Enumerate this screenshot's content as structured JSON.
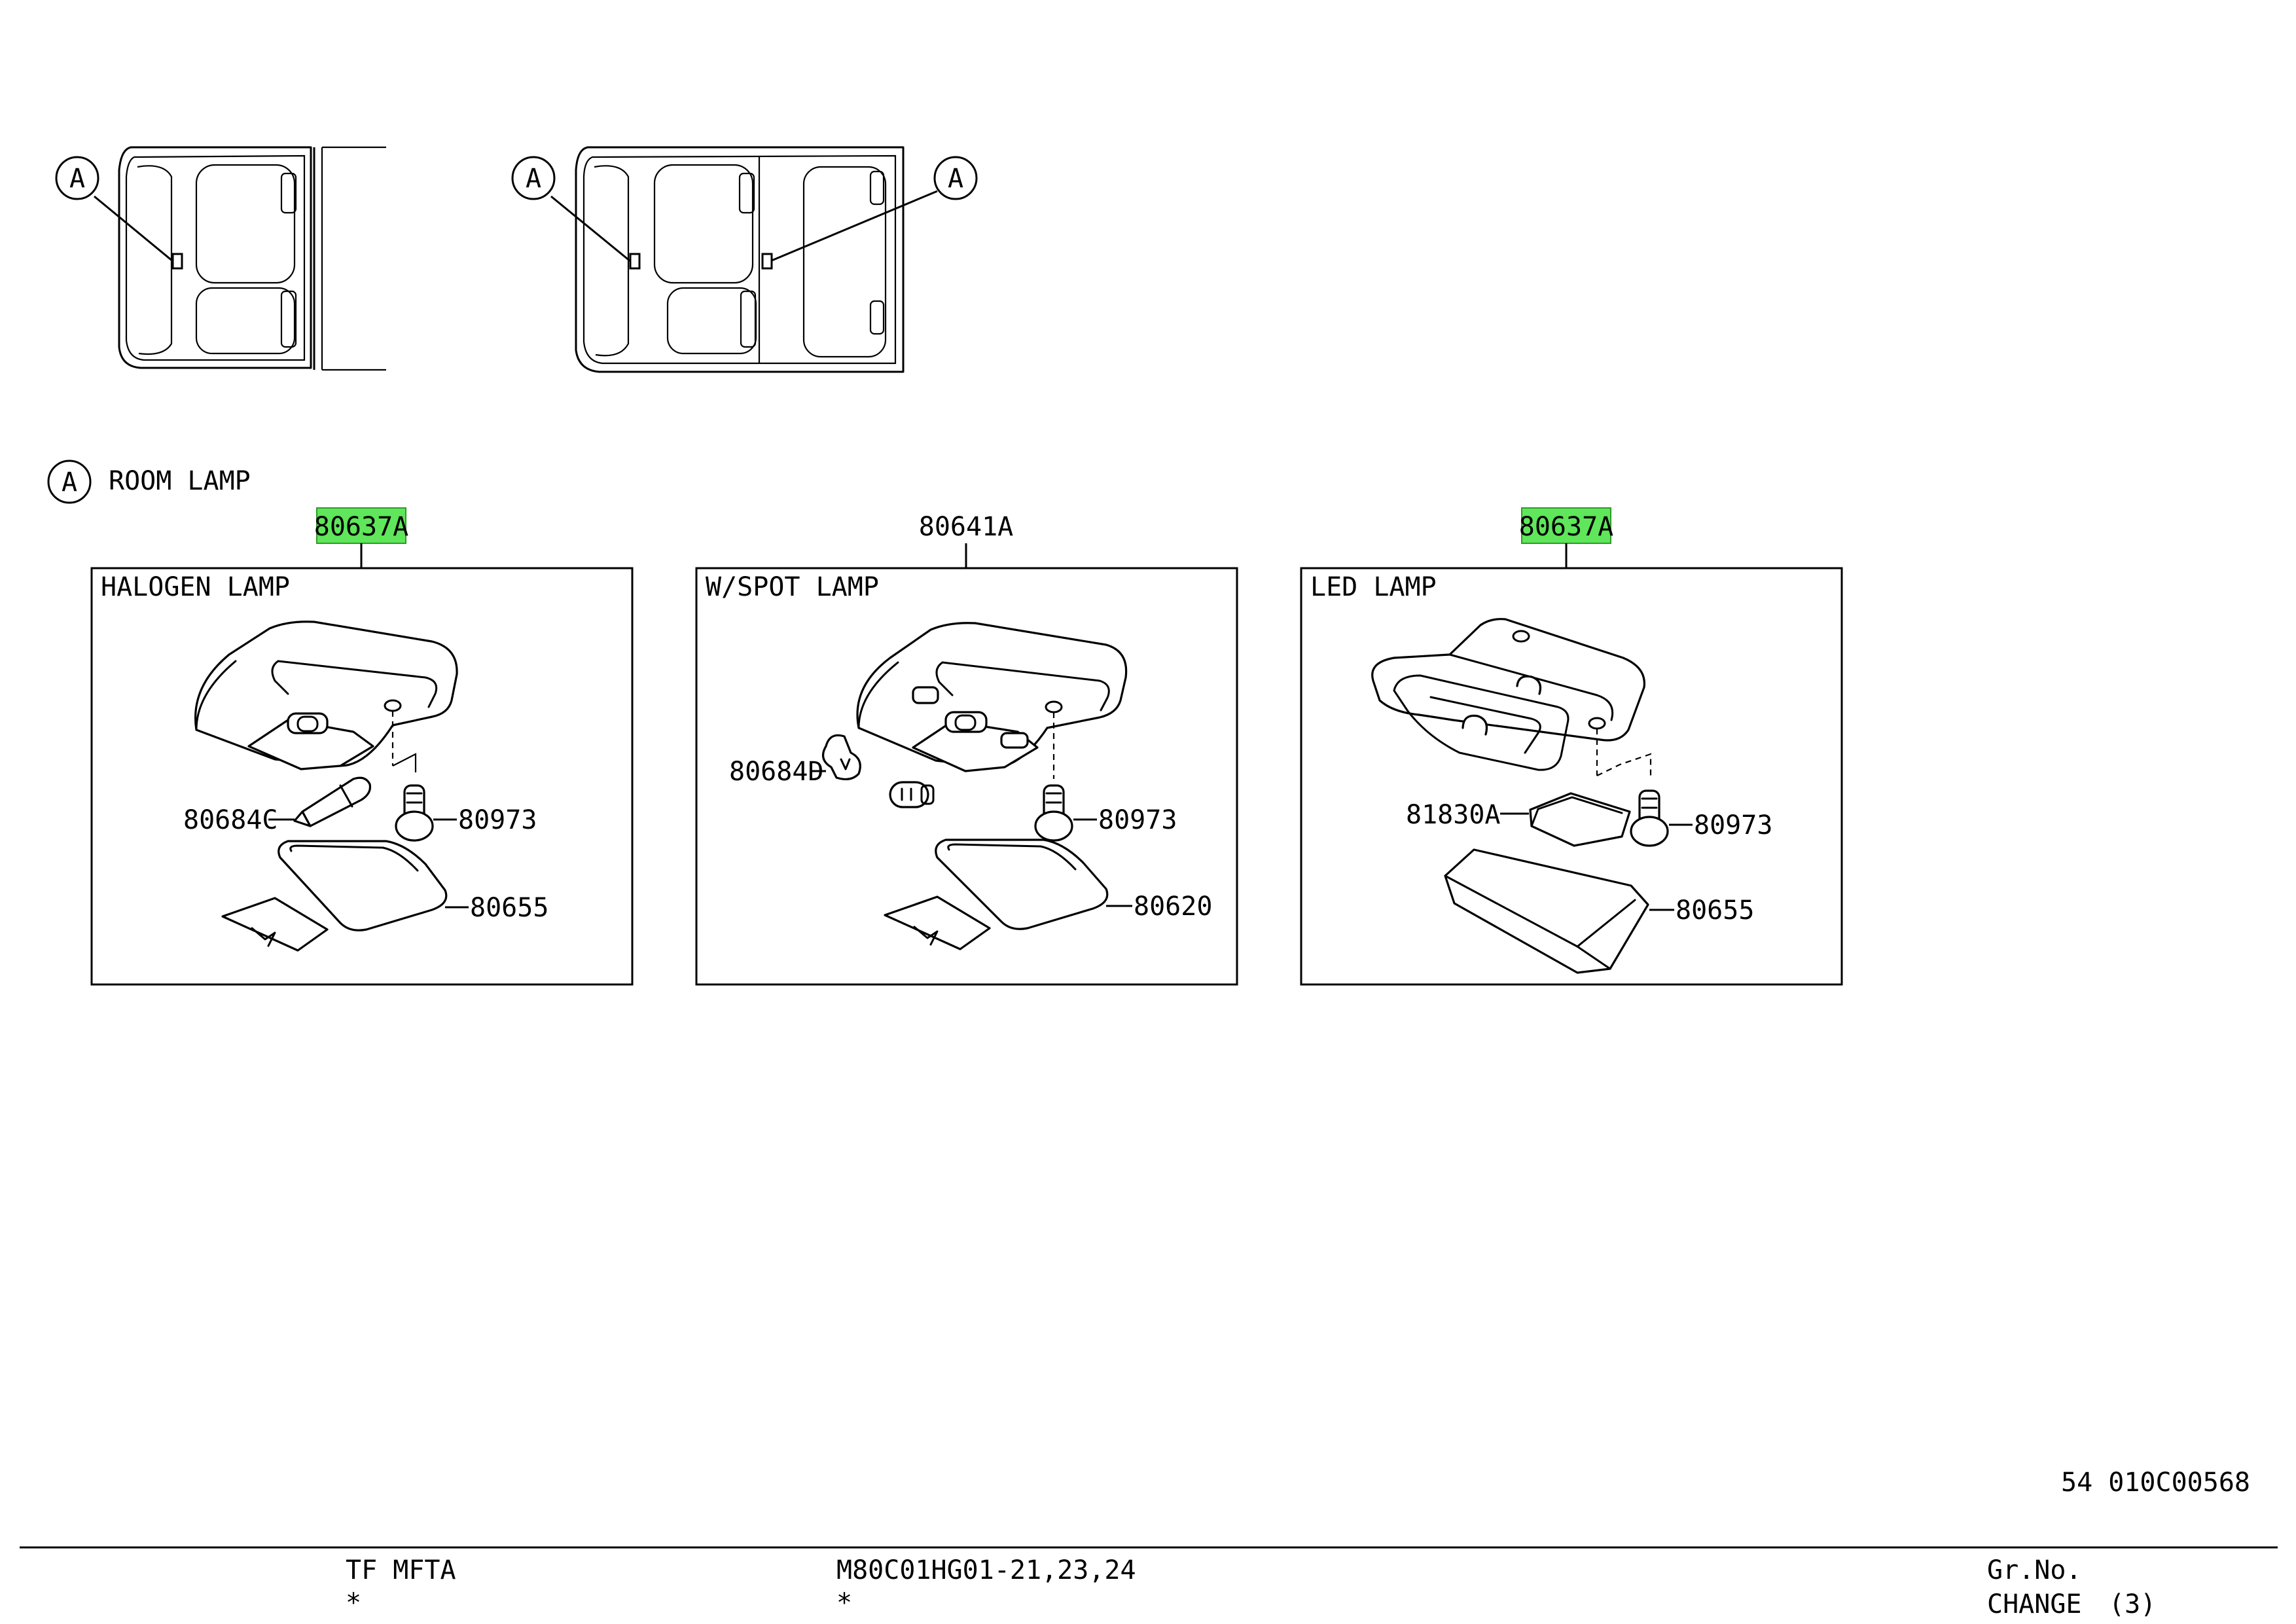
{
  "legend": {
    "callout_letter": "A",
    "title": "ROOM LAMP"
  },
  "vehicles": {
    "left": {
      "callout": "A"
    },
    "right": {
      "callout_front": "A",
      "callout_rear": "A"
    }
  },
  "panels": [
    {
      "assembly_no": "80637A",
      "highlight": true,
      "label": "HALOGEN LAMP",
      "parts": {
        "bulb": "80684C",
        "clip": "80973",
        "lens": "80655"
      }
    },
    {
      "assembly_no": "80641A",
      "highlight": false,
      "label": "W/SPOT LAMP",
      "parts": {
        "bulb": "80684D",
        "clip": "80973",
        "lens": "80620"
      }
    },
    {
      "assembly_no": "80637A",
      "highlight": true,
      "label": "LED LAMP",
      "parts": {
        "bulb": "81830A",
        "clip": "80973",
        "lens": "80655"
      }
    }
  ],
  "figure_code": "54 010C00568",
  "footer": {
    "model": "TF MFTA",
    "model_mark": "*",
    "spec": "M80C01HG01-21,23,24",
    "spec_mark": "*",
    "grno_label": "Gr.No.",
    "change_label": "CHANGE",
    "change_no": "(3)"
  },
  "colors": {
    "highlight": "#5fe65a",
    "ink": "#000000",
    "paper": "#ffffff"
  }
}
